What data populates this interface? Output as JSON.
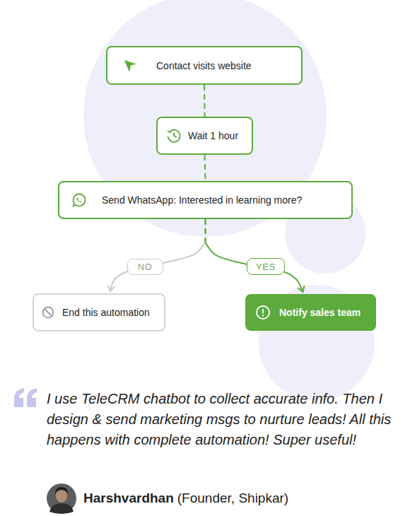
{
  "diagram": {
    "nodes": [
      {
        "text": [
          "Contact visits website"
        ]
      },
      {
        "text": [
          "Wait 1 hour"
        ]
      },
      {
        "text": [
          "Send WhatsApp: Interested in learning more?"
        ]
      },
      {
        "text": [
          "End this automation"
        ]
      },
      {
        "text": [
          "Notify sales team"
        ]
      }
    ],
    "edges": [
      {
        "from": 0,
        "to": 1,
        "arrow": "none"
      },
      {
        "from": 1,
        "to": 2,
        "arrow": "none"
      },
      {
        "from": 2,
        "to": 3,
        "label": "NO",
        "arrow": "to"
      },
      {
        "from": 2,
        "to": 4,
        "label": "YES",
        "arrow": "to"
      }
    ],
    "labels": [
      "I use TeleCRM chatbot to collect accurate info. Then I design & send marketing msgs to nurture leads! All this happens with complete automation! Super useful!",
      "Harshvardhan",
      "(Founder, Shipkar)"
    ]
  }
}
